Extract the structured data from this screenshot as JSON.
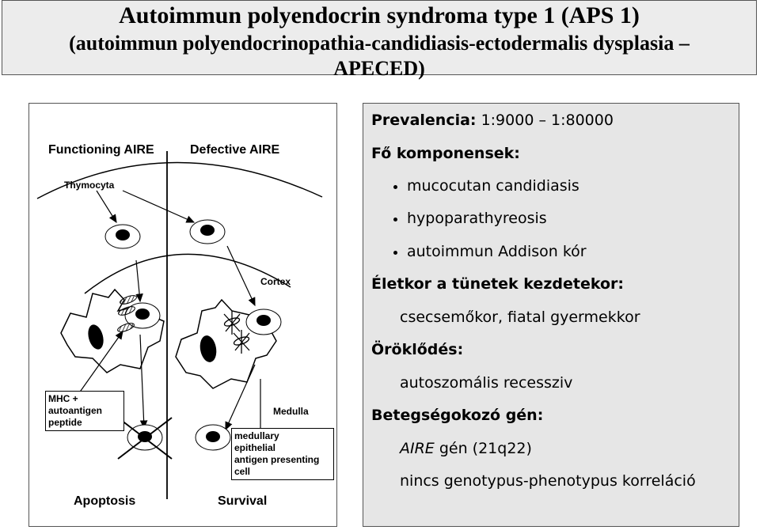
{
  "title": {
    "line1": "Autoimmun polyendocrin syndroma type 1 (APS 1)",
    "line2": "(autoimmun polyendocrinopathia-candidiasis-ectodermalis dysplasia –",
    "line3": "APECED)"
  },
  "diagram": {
    "functioning_label": "Functioning AIRE",
    "defective_label": "Defective AIRE",
    "thymocyta_label": "Thymocyta",
    "cortex_label": "Cortex",
    "medulla_label": "Medulla",
    "mhc_label": "MHC +\nautoantigen\npeptide",
    "mec_label": "medullary\nepithelial\nantigen presenting\ncell",
    "apoptosis_label": "Apoptosis",
    "survival_label": "Survival"
  },
  "info": {
    "prevalencia_label": "Prevalencia:",
    "prevalencia_value": "1:9000 – 1:80000",
    "komponensek_label": "Fő komponensek:",
    "komponensek_items": [
      "mucocutan candidiasis",
      "hypoparathyreosis",
      "autoimmun Addison kór"
    ],
    "eletkor_label": "Életkor a tünetek kezdetekor:",
    "eletkor_value": "csecsemőkor, fiatal gyermekkor",
    "oroklodes_label": "Öröklődés:",
    "oroklodes_value": "autoszomális recessziv",
    "gen_label": "Betegségokozó gén:",
    "gen_name": "AIRE",
    "gen_value": " gén (21q22)",
    "korrelacio": "nincs genotypus-phenotypus korreláció"
  }
}
